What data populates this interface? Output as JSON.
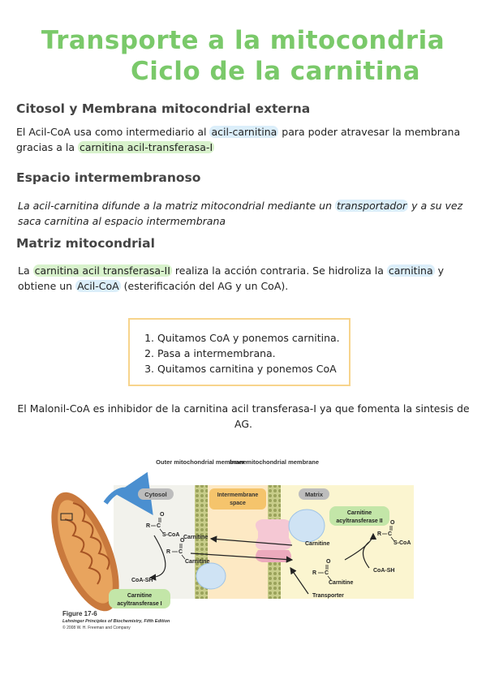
{
  "title_line1": "Transporte a la mitocondria",
  "title_line2": "Ciclo de la carnitina",
  "sec1": {
    "heading": "Citosol y Membrana mitocondrial externa",
    "t1": "El Acil-CoA usa como intermediario al ",
    "h1": "acil-carnitina",
    "t2": " para poder atravesar la membrana",
    "t3": "gracias a la ",
    "h2": "carnitina acil-transferasa-I"
  },
  "sec2": {
    "heading": "Espacio intermembranoso",
    "t1": "La acil-carnitina difunde a la matriz mitocondrial mediante un ",
    "h1": "transportador",
    "t2": " y a su vez",
    "t3": "saca carnitina al espacio intermembrana"
  },
  "sec3": {
    "heading": "Matriz mitocondrial",
    "t1": "La ",
    "h1": "carnitina acil transferasa-II",
    "t2": " realiza la acción contraria. Se hidroliza la ",
    "h2": "carnitina",
    "t3": " y",
    "t4": "obtiene un ",
    "h3": "Acil-CoA",
    "t5": " (esterificación del AG y un CoA)."
  },
  "steps": [
    "Quitamos CoA y ponemos carnitina.",
    "Pasa a intermembrana.",
    "Quitamos carnitina y ponemos CoA"
  ],
  "note": "El Malonil-CoA es inhibidor de la carnitina acil transferasa-I ya que fomenta la sintesis de AG.",
  "figure": {
    "outer_membrane": "Outer mitochondrial membrane",
    "inner_membrane": "Inner mitochondrial membrane",
    "cytosol": "Cytosol",
    "intermembrane_l1": "Intermembrane",
    "intermembrane_l2": "space",
    "matrix": "Matrix",
    "cat2_l1": "Carnitine",
    "cat2_l2": "acyltransferase II",
    "cat1_l1": "Carnitine",
    "cat1_l2": "acyltransferase I",
    "carnitine": "Carnitine",
    "scoa": "S-CoA",
    "coash": "CoA-SH",
    "transporter": "Transporter",
    "r": "R",
    "c": "C",
    "o": "O",
    "caption1": "Figure 17-6",
    "caption2": "Lehninger Principles of Biochemistry, Fifth Edition",
    "caption3": "© 2008 W. H. Freeman and Company"
  }
}
